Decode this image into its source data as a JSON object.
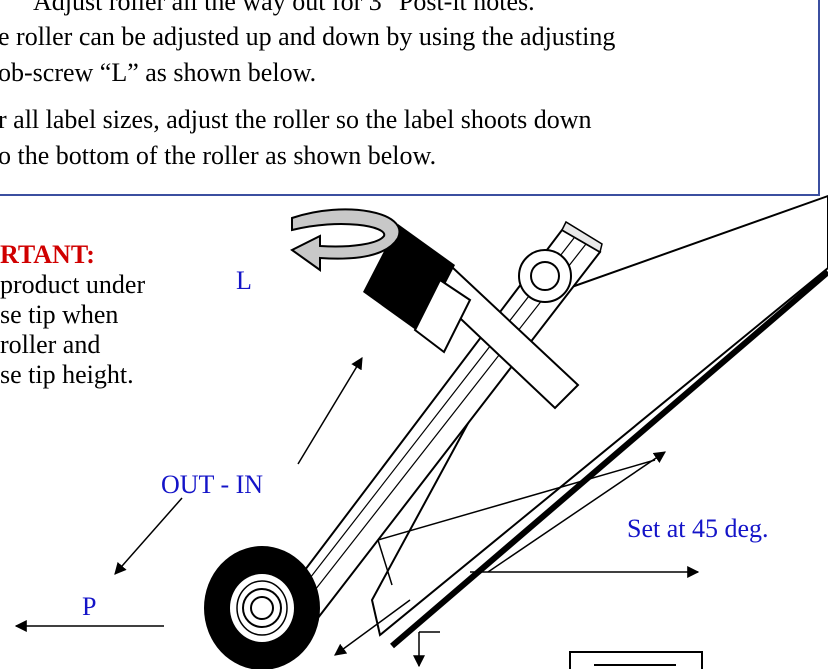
{
  "instructions": {
    "line1": "Adjust roller all the way out for 3\" Post-it notes.",
    "line2": "e roller can be adjusted up and down by using the adjusting",
    "line3": "ob-screw “L” as shown below.",
    "line4": "r all label sizes, adjust the roller so the label shoots down",
    "line5": "o the bottom of the roller as shown below."
  },
  "important_note": {
    "title": "RTANT:",
    "lines": [
      "product under",
      "se tip when",
      "roller and",
      "se tip height."
    ]
  },
  "labels": {
    "screw": "L",
    "out_in": "OUT - IN",
    "angle": "Set at 45 deg.",
    "p": "P"
  },
  "colors": {
    "border": "#3b4fa0",
    "important": "#d00000",
    "label_blue": "#1414c8"
  }
}
